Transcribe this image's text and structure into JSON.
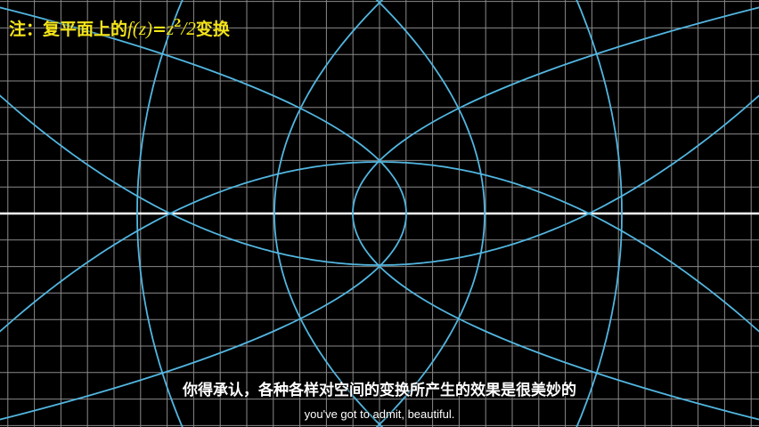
{
  "title": {
    "prefix": "注：复平面上的",
    "func": "f(z)",
    "equals": "=",
    "base": "z",
    "exponent": "2",
    "divisor": "/2",
    "suffix": "变换"
  },
  "subtitles": {
    "chinese": "你得承认，各种各样对空间的变换所产生的效果是很美妙的",
    "english": "you've got to admit, beautiful."
  },
  "colors": {
    "background": "#000000",
    "grid": "#8a8a8a",
    "axis": "#ffffff",
    "curves": "#52b6e0",
    "title": "#f4e41a",
    "subtitle": "#ffffff"
  }
}
